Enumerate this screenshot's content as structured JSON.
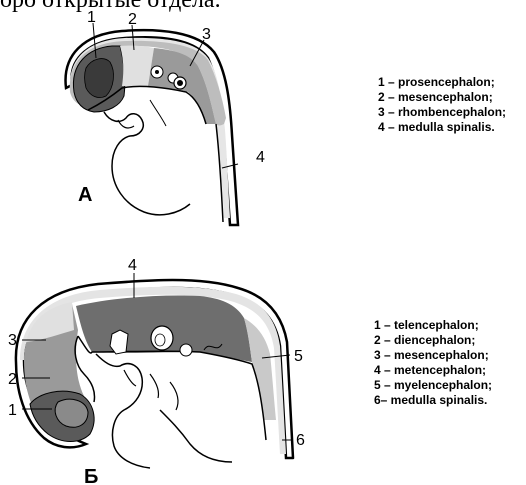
{
  "header_fragment": "орo открытые отдела.",
  "diagram_a": {
    "panel_label": "A",
    "callouts": [
      "1",
      "2",
      "3",
      "4"
    ],
    "legend": [
      "1 – prosencephalon;",
      "2 – mesencephalon;",
      "3 – rhombencephalon;",
      "4 – medulla spinalis."
    ]
  },
  "diagram_b": {
    "panel_label": "Б",
    "callouts": [
      "1",
      "2",
      "3",
      "4",
      "5",
      "6"
    ],
    "legend": [
      "1 – telencephalon;",
      "2 – diencephalon;",
      "3 – mesencephalon;",
      "4 – metencephalon;",
      "5 – myelencephalon;",
      "6– medulla spinalis."
    ]
  },
  "colors": {
    "dark": "#5a5a5a",
    "medium": "#9a9a9a",
    "light": "#d9d9d9",
    "line": "#000000"
  }
}
